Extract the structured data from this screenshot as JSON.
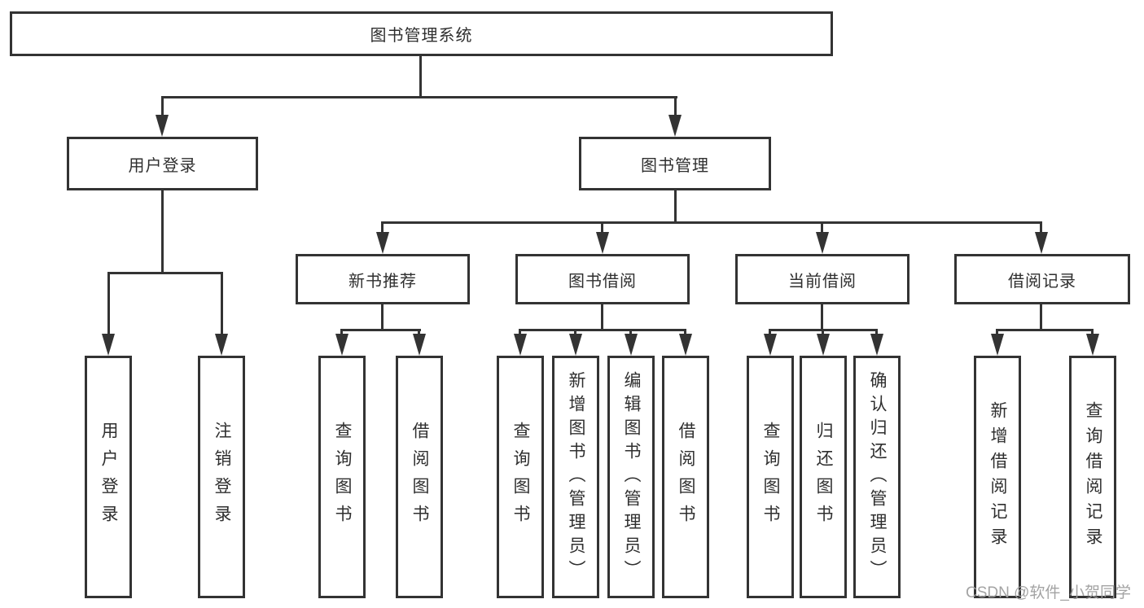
{
  "diagram_title": "图书管理系统",
  "tree": {
    "label": "图书管理系统",
    "children": [
      {
        "label": "用户登录",
        "children": [
          {
            "label": "用户登录"
          },
          {
            "label": "注销登录"
          }
        ]
      },
      {
        "label": "图书管理",
        "children": [
          {
            "label": "新书推荐",
            "children": [
              {
                "label": "查询图书"
              },
              {
                "label": "借阅图书"
              }
            ]
          },
          {
            "label": "图书借阅",
            "children": [
              {
                "label": "查询图书"
              },
              {
                "label": "新增图书（管理员）"
              },
              {
                "label": "编辑图书（管理员）"
              },
              {
                "label": "借阅图书"
              }
            ]
          },
          {
            "label": "当前借阅",
            "children": [
              {
                "label": "查询图书"
              },
              {
                "label": "归还图书"
              },
              {
                "label": "确认归还（管理员）"
              }
            ]
          },
          {
            "label": "借阅记录",
            "children": [
              {
                "label": "新增借阅记录"
              },
              {
                "label": "查询借阅记录"
              }
            ]
          }
        ]
      }
    ]
  },
  "watermark": {
    "text": "CSDN @软件_小贺同学"
  },
  "colors": {
    "line": "#333333",
    "text": "#2f2f2f",
    "box_background": "#ffffff",
    "watermark": "#9e9e9e"
  }
}
